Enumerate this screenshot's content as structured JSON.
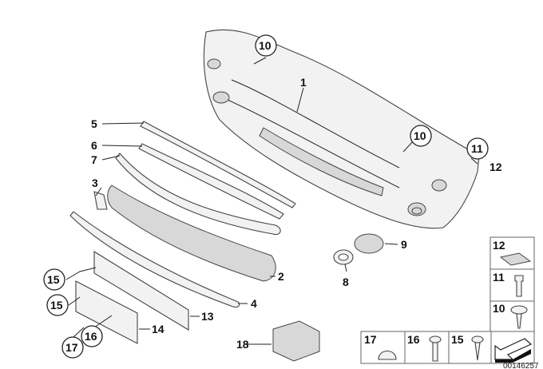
{
  "diagram": {
    "callouts": {
      "c1": "1",
      "c2": "2",
      "c3": "3",
      "c4": "4",
      "c5": "5",
      "c6": "6",
      "c7": "7",
      "c8": "8",
      "c9": "9",
      "c10a": "10",
      "c10b": "10",
      "c11": "11",
      "c12": "12",
      "c13": "13",
      "c14": "14",
      "c15a": "15",
      "c15b": "15",
      "c16": "16",
      "c17": "17",
      "c18": "18"
    },
    "legend_boxes": {
      "b12": "12",
      "b11": "11",
      "b10": "10",
      "b17": "17",
      "b16": "16",
      "b15": "15"
    },
    "diagram_code": "00146257"
  }
}
